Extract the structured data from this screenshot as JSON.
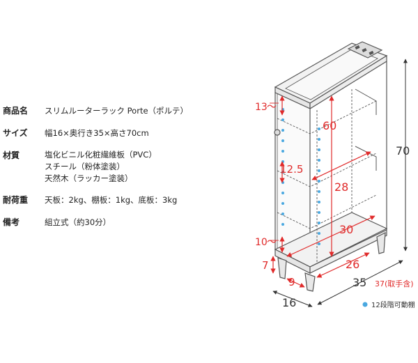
{
  "specs": [
    {
      "key": "商品名",
      "lines": [
        "スリムルーターラック Porte（ポルテ）"
      ]
    },
    {
      "key": "サイズ",
      "lines": [
        "幅16×奥行き35×高さ70cm"
      ]
    },
    {
      "key": "材質",
      "lines": [
        "塩化ビニル化粧繊維板（PVC）",
        "スチール（粉体塗装）",
        "天然木（ラッカー塗装）"
      ]
    },
    {
      "key": "耐荷重",
      "lines": [
        "天板：2kg、棚板：1kg、底板：3kg"
      ]
    },
    {
      "key": "備考",
      "lines": [
        "組立式（約30分）"
      ]
    }
  ],
  "dimensions": {
    "d13": "13",
    "d60": "60",
    "d70": "70",
    "d12_5": "12.5",
    "d28": "28",
    "d30": "30",
    "d10": "10",
    "d7": "7",
    "d26": "26",
    "d9": "9",
    "d35": "35",
    "d37": "37(取手含)",
    "d16": "16"
  },
  "legend": {
    "label": "12段階可動棚"
  },
  "colors": {
    "accent": "#e02a2a",
    "line": "#555555",
    "dot": "#4aa8e0"
  }
}
